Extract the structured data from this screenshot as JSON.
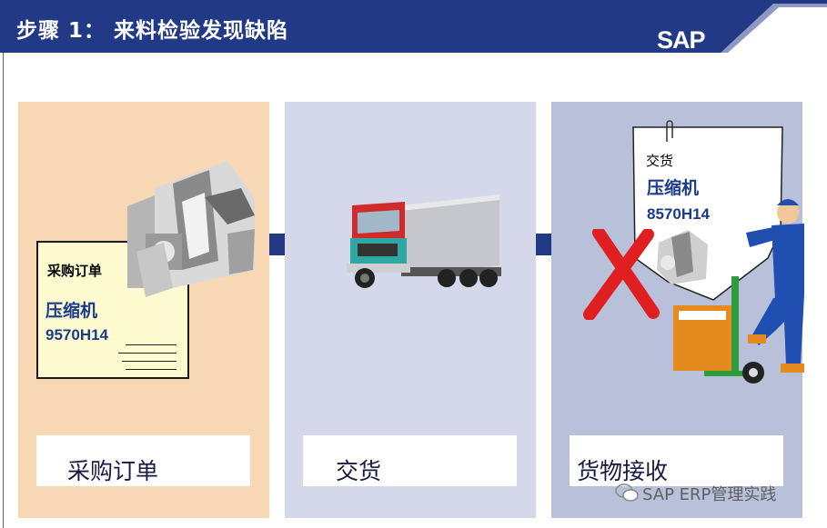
{
  "header": {
    "title": "步骤 1： 来料检验发现缺陷",
    "logo": "SAP",
    "color_bg": "#223a86"
  },
  "columns": [
    {
      "label": "采购订单"
    },
    {
      "label": "交货"
    },
    {
      "label": "货物接收"
    }
  ],
  "purchase_order_doc": {
    "title": "采购订单",
    "item": "压缩机",
    "code": "9570H14"
  },
  "delivery_doc": {
    "title": "交货",
    "item": "压缩机",
    "code": "8570H14"
  },
  "watermark": {
    "text": "SAP ERP管理实践"
  }
}
